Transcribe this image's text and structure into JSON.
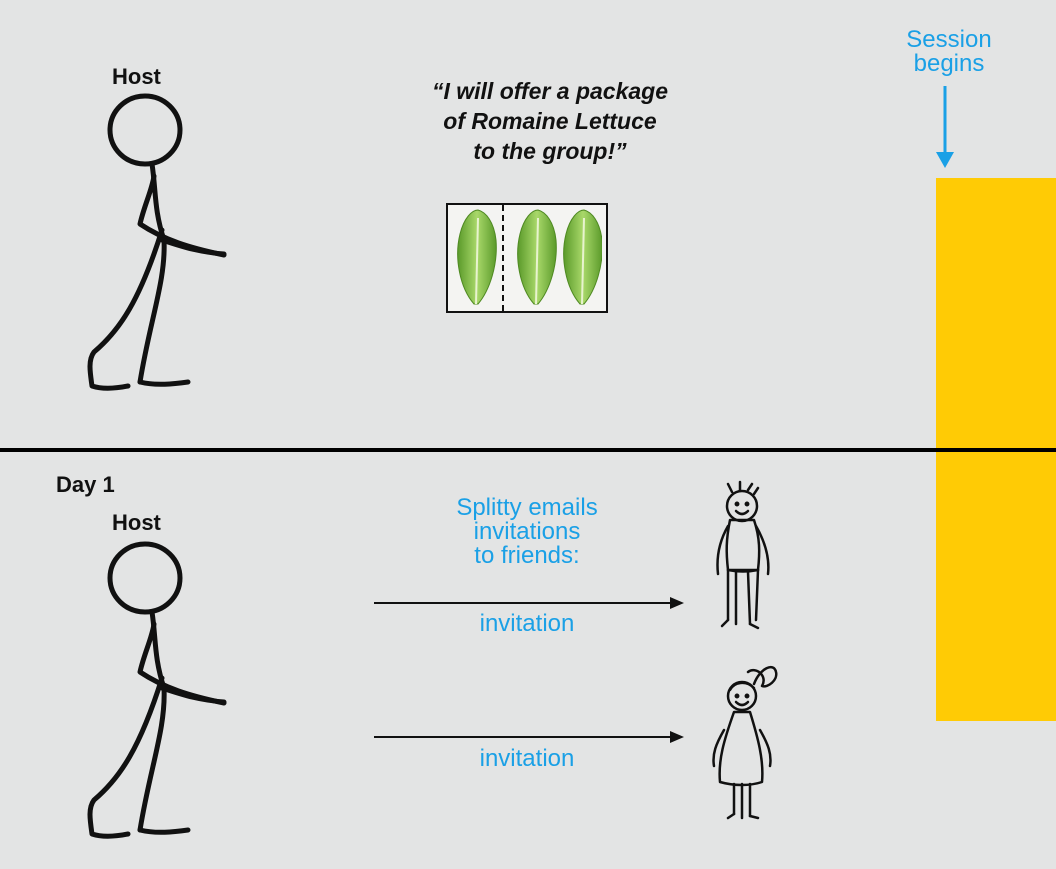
{
  "top_section": {
    "host_label": "Host",
    "quote_lines": [
      "“I will offer a package",
      "of Romaine Lettuce",
      "to the group!”"
    ],
    "session_label_lines": [
      "Session",
      "begins"
    ],
    "lettuce_count": 3
  },
  "bottom_section": {
    "day_label": "Day 1",
    "host_label": "Host",
    "invite_caption_lines": [
      "Splitty emails",
      "invitations",
      "to friends:"
    ],
    "arrows": [
      {
        "label": "invitation"
      },
      {
        "label": "invitation"
      }
    ]
  },
  "colors": {
    "background": "#e3e4e4",
    "accent_blue": "#1aa0e6",
    "session_bar": "#ffcb05",
    "ink": "#111111",
    "lettuce": "#7fbf3f"
  },
  "icons": [
    "host-stick-figure",
    "romaine-lettuce-icon",
    "male-friend-figure",
    "female-friend-figure",
    "down-arrow-icon",
    "right-arrow-icon"
  ]
}
